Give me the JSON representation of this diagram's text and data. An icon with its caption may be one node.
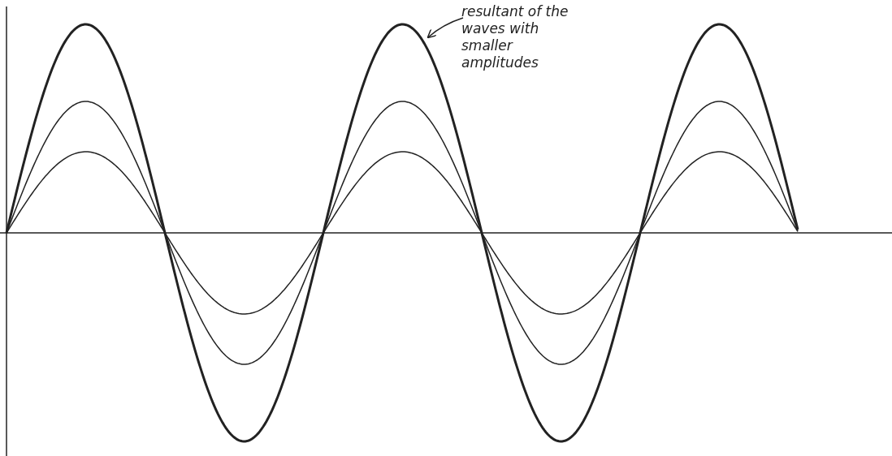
{
  "diagram": {
    "nodes": [
      {
        "text": [
          "resultant of the waves with smaller amplitudes"
        ]
      },
      {
        "text": [],
        "shape": "curve"
      }
    ],
    "edges": [
      {
        "from": 0,
        "to": 1,
        "arrow": "to"
      }
    ]
  }
}
